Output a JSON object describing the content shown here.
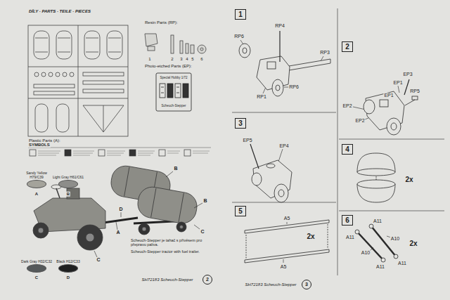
{
  "diagram": {
    "title": "DÍLY - PARTS - TEILE - PIECES",
    "nodes": [
      {
        "text": [
          "2"
        ]
      },
      {
        "text": [
          "1"
        ]
      },
      {
        "text": [
          "2"
        ]
      },
      {
        "text": [
          "3"
        ]
      },
      {
        "text": [
          "4"
        ]
      },
      {
        "text": [
          "5"
        ]
      },
      {
        "text": [
          "6"
        ]
      },
      {
        "text": [
          "3"
        ]
      }
    ],
    "labels": [
      "Resin Parts (RP):",
      "1",
      "2",
      "3",
      "4",
      "5",
      "6",
      "Photo-etched Parts (EP):",
      "Special Hobby 1/72",
      "Scheuch-Stepper",
      "Plastic Parts (A):",
      "SYMBOLS",
      "A",
      "B",
      "B",
      "B",
      "D",
      "A",
      "C",
      "C",
      "Scheuch-Stepper je tahač s přívěsem pro přepravu paliva.",
      "Scheuch-Stepper tractor with fuel trailer.",
      "C",
      "D",
      "SH72183 Scheuch-Stepper",
      "RP6",
      "RP4",
      "RP3",
      "RP1",
      "RP6",
      "EP3",
      "EP1",
      "RP5",
      "EP1",
      "EP2",
      "EP2",
      "EP5",
      "EP4",
      "2x",
      "A5",
      "A5",
      "2x",
      "A11",
      "A11",
      "A10",
      "A10",
      "A11",
      "A11",
      "2x",
      "SH72183 Scheuch-Stepper"
    ],
    "legend": [
      {
        "text": "Sandy Yellow H79/C39",
        "color": "#a4a39b"
      },
      {
        "text": "Light Gray H61/C61",
        "color": "#8d8d8a"
      },
      {
        "text": "Dark Gray H32/C32",
        "color": "#55595a"
      },
      {
        "text": "Black H12/C33",
        "color": "#1f2020"
      }
    ]
  }
}
